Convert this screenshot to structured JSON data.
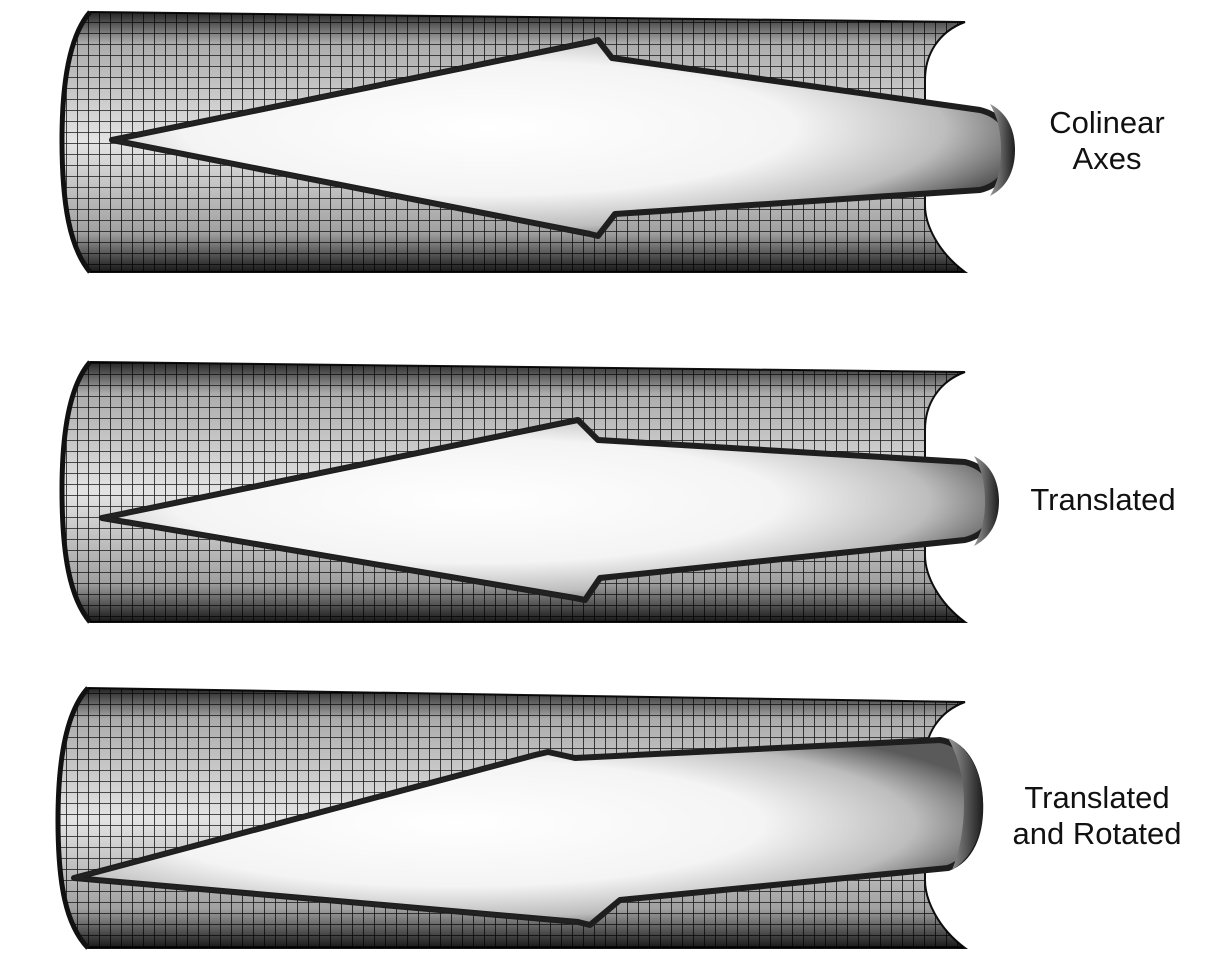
{
  "panels": [
    {
      "id": "colinear",
      "label_lines": [
        "Colinear",
        "Axes"
      ]
    },
    {
      "id": "translated",
      "label_lines": [
        "Translated"
      ]
    },
    {
      "id": "translated-rotated",
      "label_lines": [
        "Translated",
        "and Rotated"
      ]
    }
  ],
  "colors": {
    "ink": "#111111",
    "mesh_fill": "#e6e6e6",
    "body_dark": "#1e1e1e",
    "background": "#ffffff"
  }
}
